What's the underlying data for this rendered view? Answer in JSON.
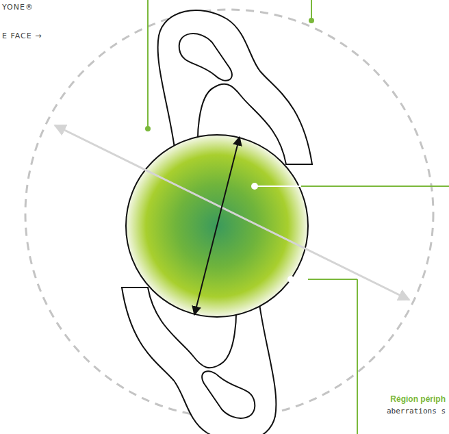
{
  "diagram": {
    "labels": [
      "YONE®",
      "E FACE →",
      "Région périph",
      "aberrations s"
    ]
  }
}
